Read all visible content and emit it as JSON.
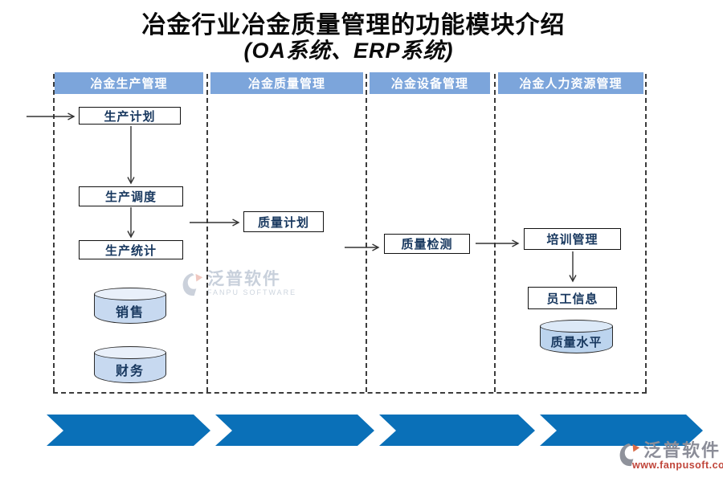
{
  "page": {
    "title_line1": "冶金行业冶金质量管理的功能模块介绍",
    "title_line2": "(OA系统、ERP系统)"
  },
  "columns": [
    {
      "title": "冶金生产管理"
    },
    {
      "title": "冶金质量管理"
    },
    {
      "title": "冶金设备管理"
    },
    {
      "title": "冶金人力资源管理"
    }
  ],
  "nodes": {
    "production_plan": "生产计划",
    "production_scheduling": "生产调度",
    "production_statistics": "生产统计",
    "quality_plan": "质量计划",
    "quality_inspection": "质量检测",
    "training_management": "培训管理",
    "employee_info": "员工信息"
  },
  "datastores": {
    "sales": "销售",
    "finance": "财务",
    "quality_level": "质量水平"
  },
  "watermark": {
    "brand": "泛普软件",
    "subtitle": "FANPU SOFTWARE"
  },
  "footer_logo": {
    "brand": "泛普软件",
    "website": "www.fanpusoft.com"
  },
  "colors": {
    "header_blue": "#7CA5DB",
    "chevron_blue": "#0A70B8",
    "node_text": "#17375E",
    "cylinder_fill": "#C7D9F0",
    "cylinder_fill_dark": "#BCD4EE",
    "arrow": "#333333",
    "site_red": "#C0453A"
  }
}
